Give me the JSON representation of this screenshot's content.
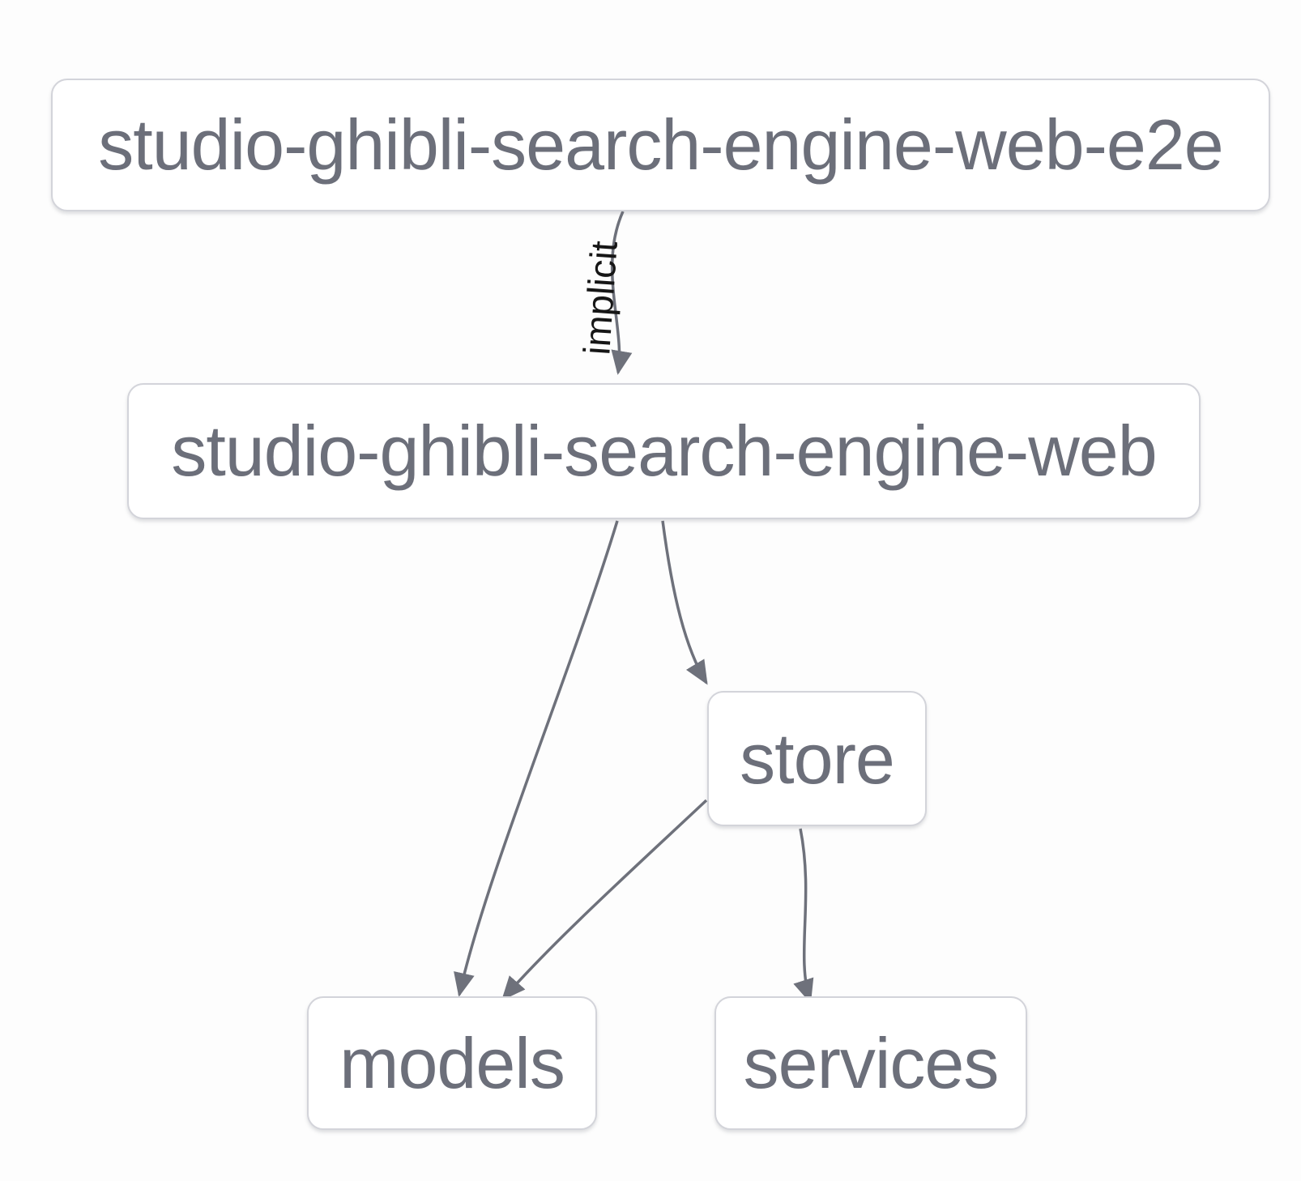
{
  "colors": {
    "background": "#fdfdfd",
    "node_background": "#ffffff",
    "node_border": "#d3d4da",
    "node_text": "#6c6f7a",
    "edge_stroke": "#6e717b",
    "edge_label_text": "#161616"
  },
  "graph": {
    "nodes": [
      {
        "label": "studio-ghibli-search-engine-web-e2e"
      },
      {
        "label": "studio-ghibli-search-engine-web"
      },
      {
        "label": "store"
      },
      {
        "label": "models"
      },
      {
        "label": "services"
      }
    ],
    "edges": [
      {
        "from": "studio-ghibli-search-engine-web-e2e",
        "to": "studio-ghibli-search-engine-web",
        "label": "implicit"
      },
      {
        "from": "studio-ghibli-search-engine-web",
        "to": "models"
      },
      {
        "from": "studio-ghibli-search-engine-web",
        "to": "store"
      },
      {
        "from": "store",
        "to": "models"
      },
      {
        "from": "store",
        "to": "services"
      }
    ]
  }
}
